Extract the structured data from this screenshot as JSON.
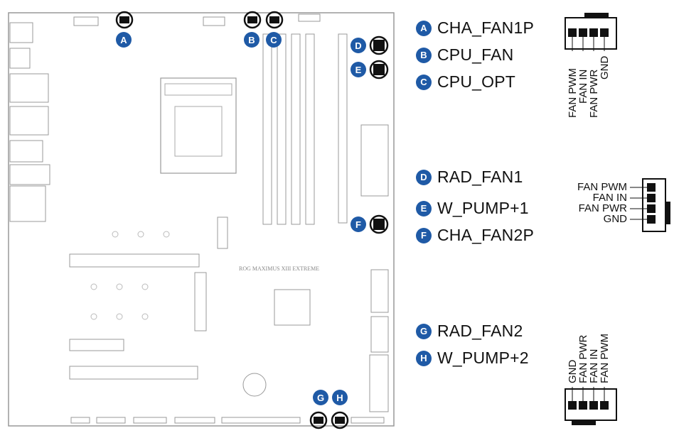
{
  "colors": {
    "badge": "#1f5aa6",
    "outline": "#999999",
    "connector": "#111111"
  },
  "board": {
    "silkscreen": "ROG MAXIMUS XIII EXTREME"
  },
  "headers": [
    {
      "letter": "A",
      "name": "CHA_FAN1P"
    },
    {
      "letter": "B",
      "name": "CPU_FAN"
    },
    {
      "letter": "C",
      "name": "CPU_OPT"
    },
    {
      "letter": "D",
      "name": "RAD_FAN1"
    },
    {
      "letter": "E",
      "name": "W_PUMP+1"
    },
    {
      "letter": "F",
      "name": "CHA_FAN2P"
    },
    {
      "letter": "G",
      "name": "RAD_FAN2"
    },
    {
      "letter": "H",
      "name": "W_PUMP+2"
    }
  ],
  "pinouts": {
    "top": [
      "FAN PWM",
      "FAN IN",
      "FAN PWR",
      "GND"
    ],
    "middle": [
      "FAN PWM",
      "FAN IN",
      "FAN PWR",
      "GND"
    ],
    "bottom": [
      "GND",
      "FAN PWR",
      "FAN IN",
      "FAN PWM"
    ]
  }
}
